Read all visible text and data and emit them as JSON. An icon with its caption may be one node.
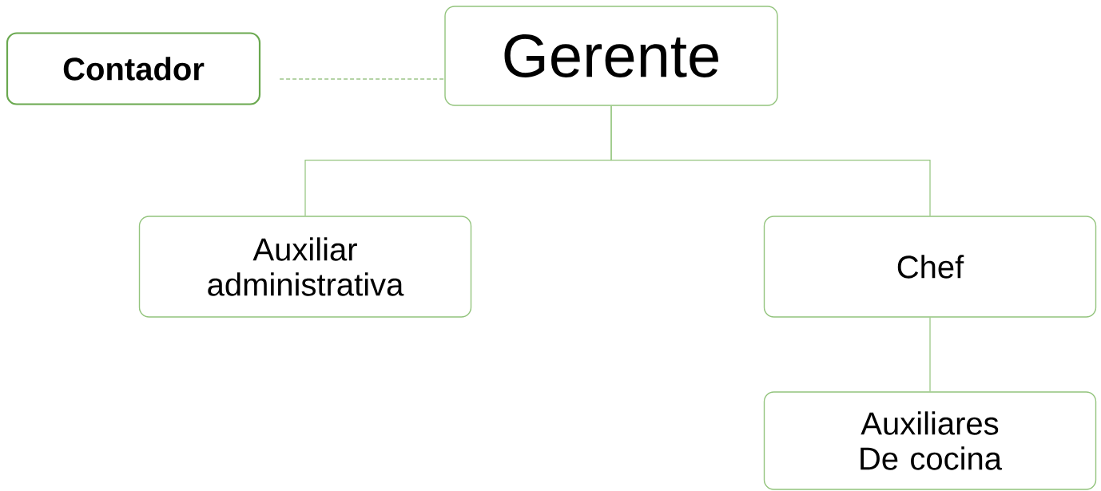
{
  "diagram": {
    "nodes": [
      {
        "text": [
          "Contador"
        ]
      },
      {
        "text": [
          "Gerente"
        ]
      },
      {
        "text": [
          "Auxiliar administrativa"
        ]
      },
      {
        "text": [
          "Chef"
        ]
      },
      {
        "text": [
          "Auxiliares De cocina"
        ]
      }
    ],
    "edges": [
      {
        "from": 0,
        "to": 1,
        "arrow": "none",
        "style": "dashed"
      },
      {
        "from": 1,
        "to": 2,
        "arrow": "none"
      },
      {
        "from": 1,
        "to": 3,
        "arrow": "none"
      },
      {
        "from": 3,
        "to": 4,
        "arrow": "none"
      }
    ]
  }
}
